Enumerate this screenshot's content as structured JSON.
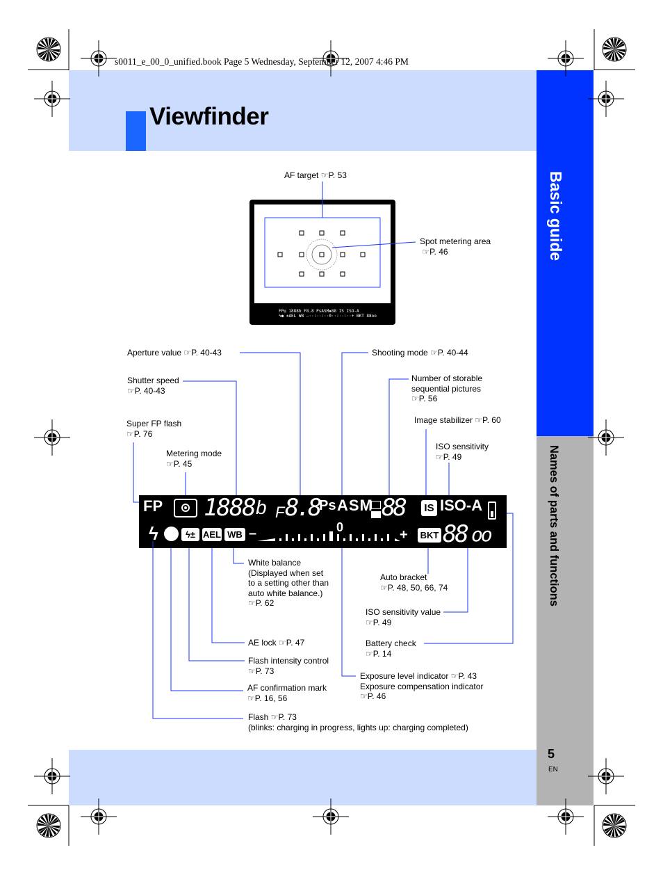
{
  "book_header": "s0011_e_00_0_unified.book  Page 5  Wednesday, September 12, 2007  4:46 PM",
  "title": "Viewfinder",
  "side_tabs": {
    "section": "Basic guide",
    "subsection": "Names of parts and functions"
  },
  "page_number": "5",
  "language": "EN",
  "ref_icon": "book-reference-icon",
  "colors": {
    "tab_blue": "#0033ff",
    "title_bar": "#1a66ff",
    "band": "#ccdcff",
    "tab_gray": "#b3b3b3"
  },
  "viewfinder_labels": {
    "af_target": {
      "text": "AF target",
      "ref": "P. 53"
    },
    "spot_metering": {
      "text": "Spot metering area",
      "ref": "P. 46"
    }
  },
  "lcd_labels": {
    "aperture": {
      "text": "Aperture value",
      "ref": "P. 40-43"
    },
    "shooting_mode": {
      "text": "Shooting mode",
      "ref": "P. 40-44"
    },
    "shutter_speed": {
      "text": "Shutter speed",
      "ref": "P. 40-43"
    },
    "storable": {
      "line1": "Number of storable",
      "line2": "sequential pictures",
      "ref": "P. 56"
    },
    "super_fp": {
      "text": "Super FP flash",
      "ref": "P. 76"
    },
    "image_stabilizer": {
      "text": "Image stabilizer",
      "ref": "P. 60"
    },
    "metering_mode": {
      "text": "Metering mode",
      "ref": "P. 45"
    },
    "iso_sensitivity": {
      "text": "ISO sensitivity",
      "ref": "P. 49"
    },
    "white_balance": {
      "line1": "White balance",
      "line2": "(Displayed when set",
      "line3": "to a setting other than",
      "line4": "auto white balance.)",
      "ref": "P. 62"
    },
    "auto_bracket": {
      "text": "Auto bracket",
      "ref": "P. 48, 50, 66, 74"
    },
    "iso_value": {
      "text": "ISO sensitivity value",
      "ref": "P. 49"
    },
    "ae_lock": {
      "text": "AE lock",
      "ref": "P. 47"
    },
    "battery": {
      "text": "Battery check",
      "ref": "P. 14"
    },
    "flash_intensity": {
      "text": "Flash intensity control",
      "ref": "P. 73"
    },
    "af_confirm": {
      "text": "AF confirmation mark",
      "ref": "P. 16, 56"
    },
    "exposure": {
      "line1": "Exposure level indicator",
      "ref1": "P. 43",
      "line2": "Exposure compensation indicator",
      "ref2": "P. 46"
    },
    "flash": {
      "text": "Flash",
      "ref": "P. 73",
      "note": "(blinks: charging in progress, lights up: charging completed)"
    }
  },
  "lcd_display": {
    "fp": "FP",
    "shutter_digits": "1888",
    "shutter_suffix": "b",
    "f_letter": "F",
    "aperture_digits": "8.8",
    "mode_ps": "Ps",
    "mode_asm": "ASM",
    "storable_digits": "88",
    "is_badge": "IS",
    "iso_a": "ISO-A",
    "ev_zero": "0",
    "ev_minus": "–",
    "ev_plus": "+",
    "flash_comp": "±",
    "ael": "AEL",
    "wb": "WB",
    "bkt": "BKT",
    "iso_value_digits": "88",
    "iso_value_suffix": "oo"
  },
  "viewfinder_mini": {
    "row1": "FP◎ 1888b F8.8 PsASM▪88 IS ISO-A",
    "row2": "ϟ● ±AEL WB –··:··:··0··:··:··+ BKT 88oo"
  }
}
